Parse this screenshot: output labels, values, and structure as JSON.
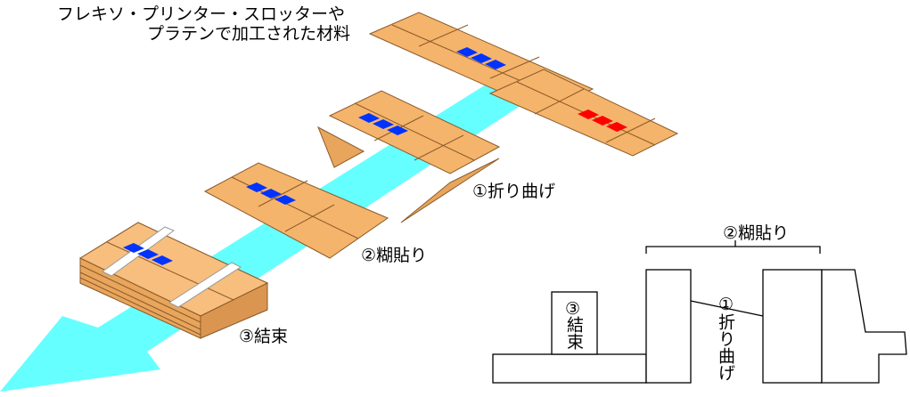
{
  "title_line1": "フレキソ・プリンター・スロッターや",
  "title_line2": "プラテンで加工された材料",
  "steps": {
    "fold": "①折り曲げ",
    "glue": "②糊貼り",
    "bundle": "③結束"
  },
  "machine": {
    "glue": "②糊貼り",
    "fold_num": "①",
    "fold_text": "折り曲げ",
    "bundle_num": "③",
    "bundle_text": "結束"
  },
  "colors": {
    "cardboard": "#F5B46B",
    "arrow": "#66FFFF",
    "print_blue": "#0033FF",
    "print_red": "#FF0000"
  }
}
